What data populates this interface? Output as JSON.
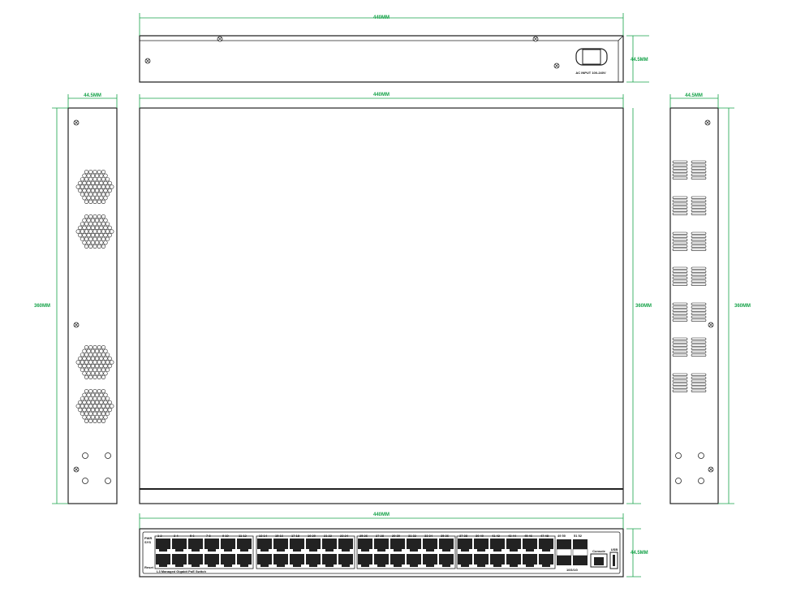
{
  "dimensions": {
    "rear_width": "440MM",
    "rear_height": "44.5MM",
    "left_depth": "44.5MM",
    "left_length": "360MM",
    "top_width": "440MM",
    "top_length": "360MM",
    "right_depth": "44.5MM",
    "right_length": "360MM",
    "front_width": "440MM",
    "front_height": "44.5MM"
  },
  "rear_panel": {
    "power_label": "AC INPUT 100-240V"
  },
  "front_panel": {
    "pwr_label": "PWR",
    "sys_label": "SYS",
    "reset_label": "Reset",
    "model_label": "L3 Managed Gigabit PoE Switch",
    "console_label": "Console",
    "usb_label": "USB",
    "sfp_label": "10G/1G",
    "port_labels": [
      "1",
      "2",
      "3",
      "4",
      "5",
      "6",
      "7",
      "8",
      "9",
      "10",
      "11",
      "12",
      "13",
      "14",
      "15",
      "16",
      "17",
      "18",
      "19",
      "20",
      "21",
      "22",
      "23",
      "24",
      "25",
      "26",
      "27",
      "28",
      "29",
      "30",
      "31",
      "32",
      "33",
      "34",
      "35",
      "36",
      "37",
      "38",
      "39",
      "40",
      "41",
      "42",
      "43",
      "44",
      "45",
      "46",
      "47",
      "48"
    ],
    "sfp_port_labels": [
      "49",
      "50",
      "51",
      "52"
    ]
  },
  "colors": {
    "dimension": "#17a34a",
    "outline": "#222222"
  }
}
